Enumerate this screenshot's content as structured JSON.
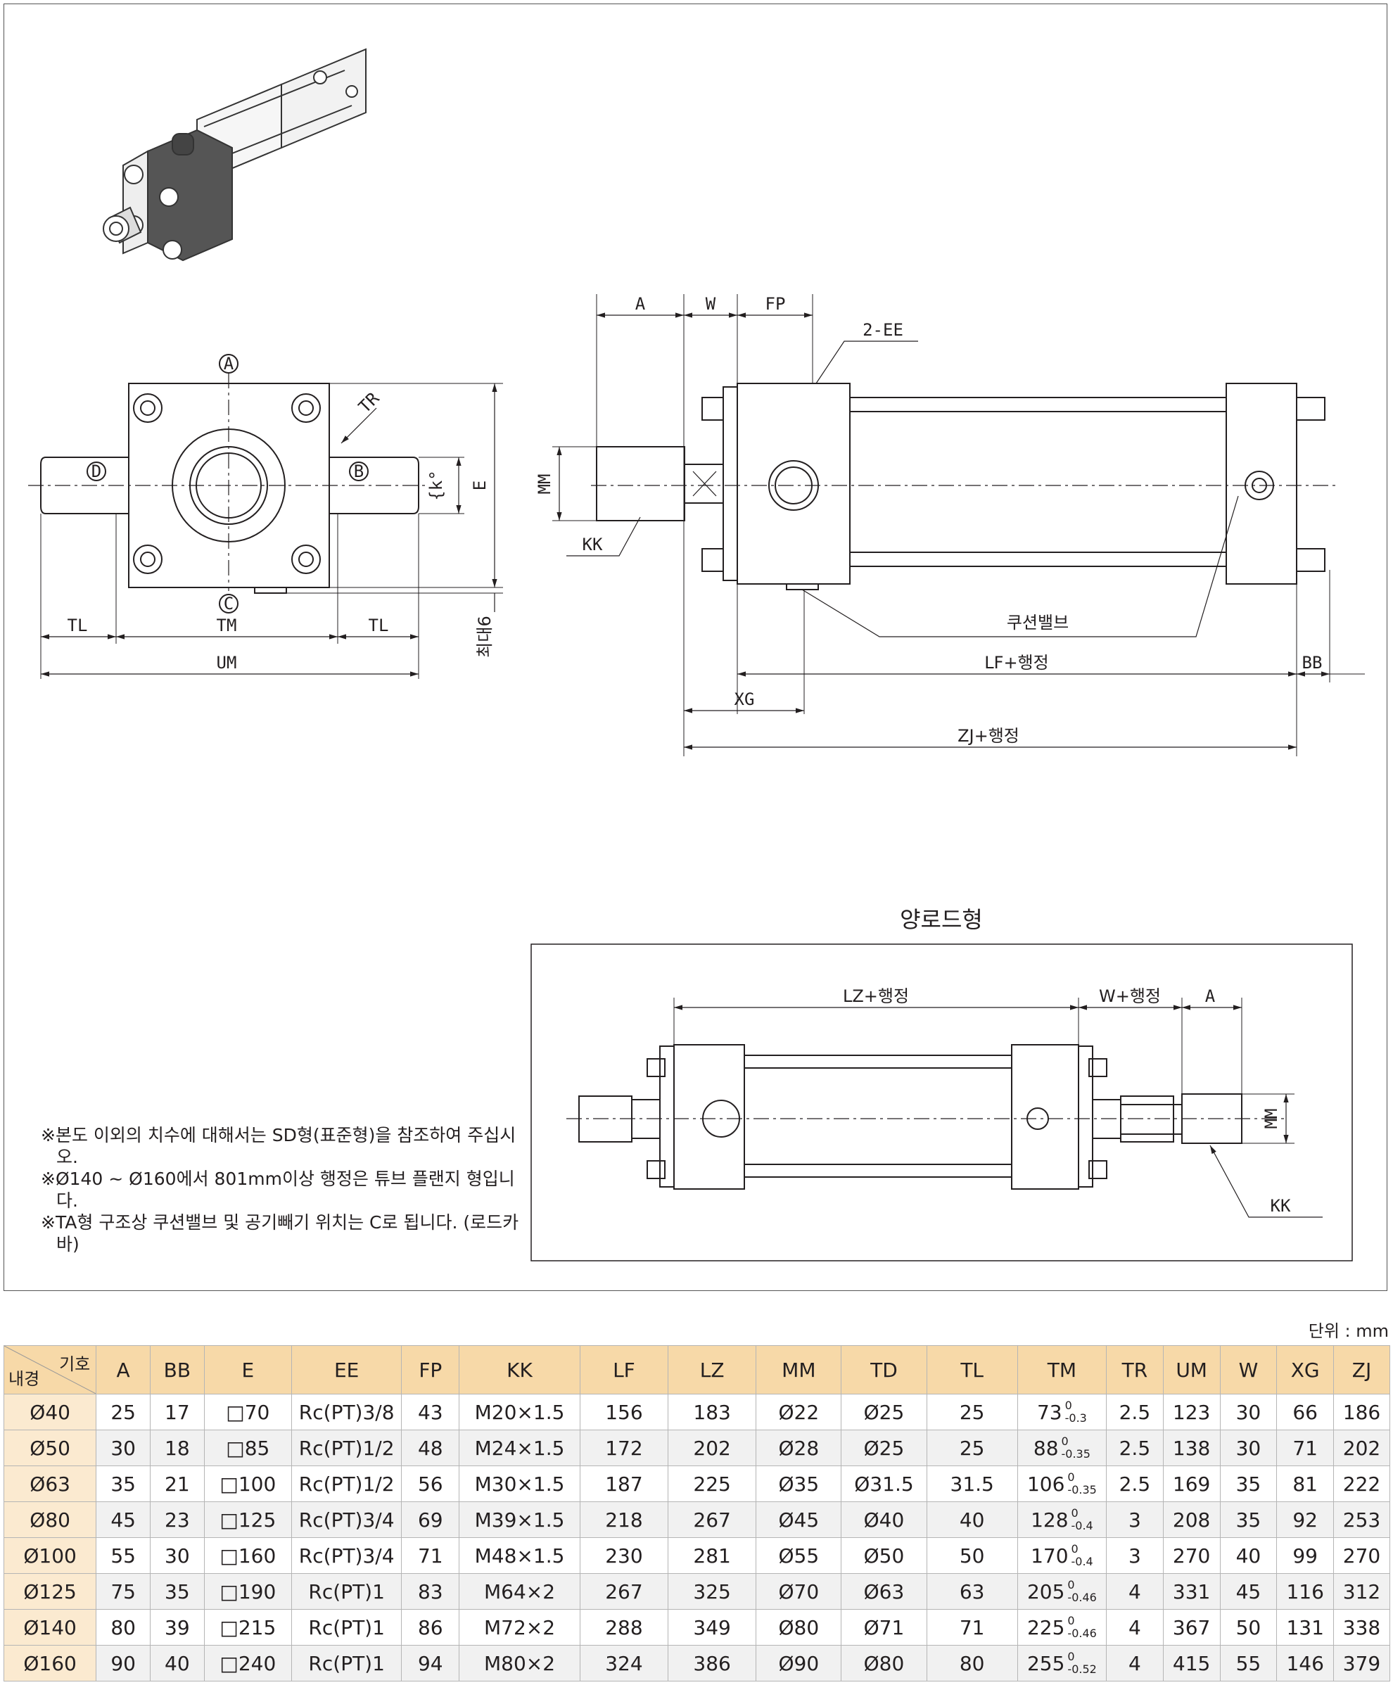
{
  "labels": {
    "A": "A",
    "W": "W",
    "FP": "FP",
    "EE2": "2-EE",
    "TR": "TR",
    "MM": "MM",
    "KK": "KK",
    "E": "E",
    "K": "{k°",
    "TL": "TL",
    "TM": "TM",
    "UM": "UM",
    "max6": "최대6",
    "cushion": "쿠션밸브",
    "LF": "LF+행정",
    "BB": "BB",
    "XG": "XG",
    "ZJ": "ZJ+행정",
    "markA": "A",
    "markB": "B",
    "markC": "C",
    "markD": "D"
  },
  "yoke": {
    "title": "양로드형",
    "LZ": "LZ+행정",
    "W": "W+행정",
    "A": "A",
    "MM": "MM",
    "KK": "KK"
  },
  "notes": [
    "※본도 이외의 치수에 대해서는 SD형(표준형)을 참조하여 주십시오.",
    "※Ø140 ~ Ø160에서 801mm이상 행정은 튜브 플랜지 형입니다.",
    "※TA형 구조상 쿠션밸브 및 공기빼기 위치는 C로 됩니다. (로드카바)"
  ],
  "unit": "단위 : mm",
  "table": {
    "corner_top": "기호",
    "corner_bottom": "내경",
    "headers": [
      "A",
      "BB",
      "E",
      "EE",
      "FP",
      "KK",
      "LF",
      "LZ",
      "MM",
      "TD",
      "TL",
      "TM",
      "TR",
      "UM",
      "W",
      "XG",
      "ZJ"
    ],
    "rows": [
      {
        "bore": "Ø40",
        "A": "25",
        "BB": "17",
        "E": "□70",
        "EE": "Rc(PT)3/8",
        "FP": "43",
        "KK": "M20×1.5",
        "LF": "156",
        "LZ": "183",
        "MM": "Ø22",
        "TD": "Ø25",
        "TL": "25",
        "TM": "73",
        "TMu": "0",
        "TMl": "-0.3",
        "TR": "2.5",
        "UM": "123",
        "W": "30",
        "XG": "66",
        "ZJ": "186"
      },
      {
        "bore": "Ø50",
        "A": "30",
        "BB": "18",
        "E": "□85",
        "EE": "Rc(PT)1/2",
        "FP": "48",
        "KK": "M24×1.5",
        "LF": "172",
        "LZ": "202",
        "MM": "Ø28",
        "TD": "Ø25",
        "TL": "25",
        "TM": "88",
        "TMu": "0",
        "TMl": "-0.35",
        "TR": "2.5",
        "UM": "138",
        "W": "30",
        "XG": "71",
        "ZJ": "202"
      },
      {
        "bore": "Ø63",
        "A": "35",
        "BB": "21",
        "E": "□100",
        "EE": "Rc(PT)1/2",
        "FP": "56",
        "KK": "M30×1.5",
        "LF": "187",
        "LZ": "225",
        "MM": "Ø35",
        "TD": "Ø31.5",
        "TL": "31.5",
        "TM": "106",
        "TMu": "0",
        "TMl": "-0.35",
        "TR": "2.5",
        "UM": "169",
        "W": "35",
        "XG": "81",
        "ZJ": "222"
      },
      {
        "bore": "Ø80",
        "A": "45",
        "BB": "23",
        "E": "□125",
        "EE": "Rc(PT)3/4",
        "FP": "69",
        "KK": "M39×1.5",
        "LF": "218",
        "LZ": "267",
        "MM": "Ø45",
        "TD": "Ø40",
        "TL": "40",
        "TM": "128",
        "TMu": "0",
        "TMl": "-0.4",
        "TR": "3",
        "UM": "208",
        "W": "35",
        "XG": "92",
        "ZJ": "253"
      },
      {
        "bore": "Ø100",
        "A": "55",
        "BB": "30",
        "E": "□160",
        "EE": "Rc(PT)3/4",
        "FP": "71",
        "KK": "M48×1.5",
        "LF": "230",
        "LZ": "281",
        "MM": "Ø55",
        "TD": "Ø50",
        "TL": "50",
        "TM": "170",
        "TMu": "0",
        "TMl": "-0.4",
        "TR": "3",
        "UM": "270",
        "W": "40",
        "XG": "99",
        "ZJ": "270"
      },
      {
        "bore": "Ø125",
        "A": "75",
        "BB": "35",
        "E": "□190",
        "EE": "Rc(PT)1",
        "FP": "83",
        "KK": "M64×2",
        "LF": "267",
        "LZ": "325",
        "MM": "Ø70",
        "TD": "Ø63",
        "TL": "63",
        "TM": "205",
        "TMu": "0",
        "TMl": "-0.46",
        "TR": "4",
        "UM": "331",
        "W": "45",
        "XG": "116",
        "ZJ": "312"
      },
      {
        "bore": "Ø140",
        "A": "80",
        "BB": "39",
        "E": "□215",
        "EE": "Rc(PT)1",
        "FP": "86",
        "KK": "M72×2",
        "LF": "288",
        "LZ": "349",
        "MM": "Ø80",
        "TD": "Ø71",
        "TL": "71",
        "TM": "225",
        "TMu": "0",
        "TMl": "-0.46",
        "TR": "4",
        "UM": "367",
        "W": "50",
        "XG": "131",
        "ZJ": "338"
      },
      {
        "bore": "Ø160",
        "A": "90",
        "BB": "40",
        "E": "□240",
        "EE": "Rc(PT)1",
        "FP": "94",
        "KK": "M80×2",
        "LF": "324",
        "LZ": "386",
        "MM": "Ø90",
        "TD": "Ø80",
        "TL": "80",
        "TM": "255",
        "TMu": "0",
        "TMl": "-0.52",
        "TR": "4",
        "UM": "415",
        "W": "55",
        "XG": "146",
        "ZJ": "379"
      }
    ]
  }
}
